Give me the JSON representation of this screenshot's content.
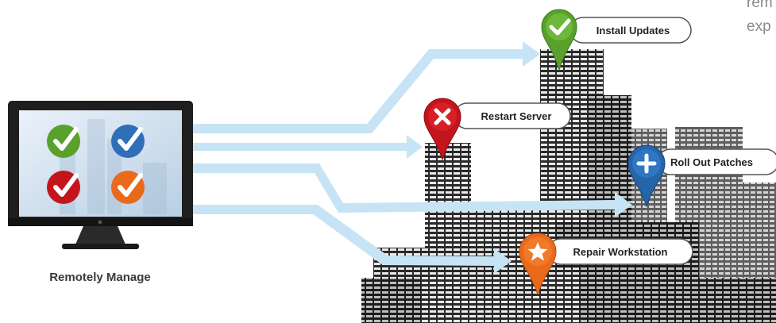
{
  "side_text": {
    "line1": "rem",
    "line2": "exp"
  },
  "monitor": {
    "caption": "Remotely Manage",
    "tile_colors": [
      "#5aa02c",
      "#2e6fb8",
      "#c4141c",
      "#ea6a1b"
    ]
  },
  "pins": [
    {
      "label": "Install Updates",
      "icon": "check-icon",
      "color": "#5aa02c"
    },
    {
      "label": "Restart Server",
      "icon": "x-icon",
      "color": "#c4141c"
    },
    {
      "label": "Roll Out Patches",
      "icon": "plus-icon",
      "color": "#2565a9"
    },
    {
      "label": "Repair Workstation",
      "icon": "star-icon",
      "color": "#ea6a1b"
    }
  ],
  "colors": {
    "arrow": "#c6e4f5",
    "monitor_frame": "#1e1e1e",
    "building_dark": "#3a3a3a",
    "building_light": "#8c8c8c"
  }
}
